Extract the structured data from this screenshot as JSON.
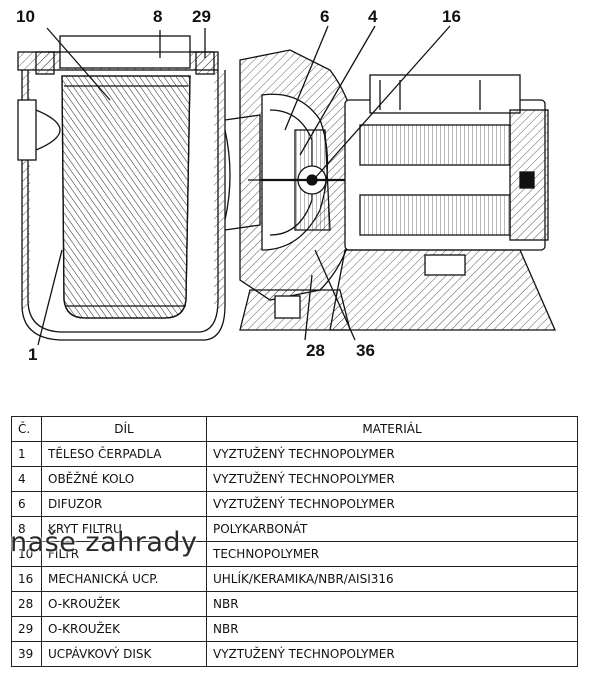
{
  "callouts": {
    "c10": "10",
    "c8": "8",
    "c29": "29",
    "c6": "6",
    "c4": "4",
    "c16": "16",
    "c1": "1",
    "c28": "28",
    "c36": "36"
  },
  "table": {
    "headers": [
      "Č.",
      "DÍL",
      "MATERIÁL"
    ],
    "rows": [
      [
        "1",
        "TĚLESO ČERPADLA",
        "VYZTUŽENÝ TECHNOPOLYMER"
      ],
      [
        "4",
        "OBĚŽNÉ KOLO",
        "VYZTUŽENÝ TECHNOPOLYMER"
      ],
      [
        "6",
        "DIFUZOR",
        "VYZTUŽENÝ TECHNOPOLYMER"
      ],
      [
        "8",
        "KRYT FILTRU",
        "POLYKARBONÁT"
      ],
      [
        "10",
        "FILTR",
        "TECHNOPOLYMER"
      ],
      [
        "16",
        "MECHANICKÁ  UCP.",
        "UHLÍK/KERAMIKA/NBR/AISI316"
      ],
      [
        "28",
        "O-KROUŽEK",
        "NBR"
      ],
      [
        "29",
        "O-KROUŽEK",
        "NBR"
      ],
      [
        "39",
        "UCPÁVKOVÝ DISK",
        "VYZTUŽENÝ TECHNOPOLYMER"
      ]
    ]
  },
  "watermark": "naše zahrady"
}
